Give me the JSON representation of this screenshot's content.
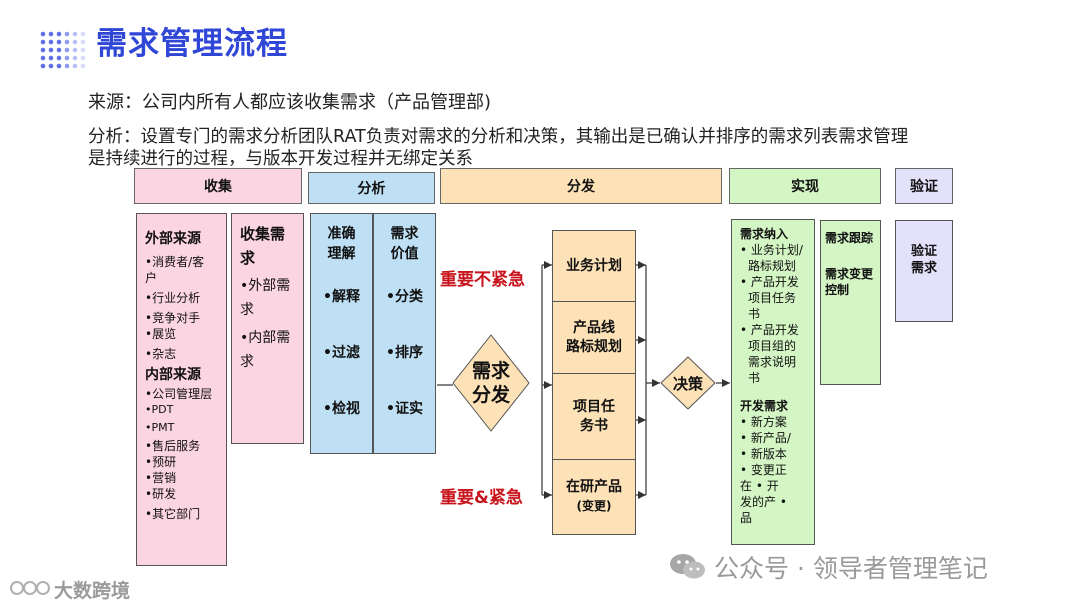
{
  "title": "需求管理流程",
  "source_text": "来源：公司内所有人都应该收集需求（产品管理部)",
  "analysis_text": [
    "分析：设置专门的需求分析团队RAT负责对需求的分析和决策，其输出是已确认并排序的需求列表需求管理",
    "是持续进行的过程，与版本开发过程并无绑定关系"
  ],
  "headers": {
    "collect": "收集",
    "analyze": "分析",
    "distribute": "分发",
    "implement": "实现",
    "verify": "验证"
  },
  "collect": {
    "external_title": "外部来源",
    "external_items": [
      "•消费者/客",
      "户",
      "•行业分析",
      "•竞争对手",
      "•展览",
      "•杂志"
    ],
    "internal_title": "内部来源",
    "internal_items": [
      "•公司管理层",
      "•PDT",
      "•PMT",
      "•售后服务",
      "•预研",
      "•营销",
      "•研发",
      "•其它部门"
    ],
    "gather_title": [
      "收集需",
      "求"
    ],
    "gather_items": [
      "•外部需",
      "求",
      "•内部需",
      "求"
    ]
  },
  "analyze": {
    "col1_title": [
      "准确",
      "理解"
    ],
    "col1_items": [
      "•解释",
      "•过滤",
      "•检视"
    ],
    "col2_title": [
      "需求",
      "价值"
    ],
    "col2_items": [
      "•分类",
      "•排序",
      "•证实"
    ]
  },
  "distribute": {
    "diamond": [
      "需求",
      "分发"
    ],
    "label_top": "重要不紧急",
    "label_bottom": "重要&紧急",
    "boxes": [
      {
        "lines": [
          "业务计划"
        ]
      },
      {
        "lines": [
          "产品线",
          "路标规划"
        ]
      },
      {
        "lines": [
          "项目任",
          "务书"
        ]
      },
      {
        "lines": [
          "在研产品",
          "(变更)"
        ]
      }
    ],
    "decision": "决策"
  },
  "implement": {
    "col1_title1": "需求纳入",
    "col1_items1": [
      "• 业务计划/",
      "路标规划",
      "• 产品开发",
      "项目任务",
      "书",
      "• 产品开发",
      "项目组的",
      "需求说明",
      "书"
    ],
    "col1_title2": "开发需求",
    "col1_items2": [
      "•     新方案",
      "•      新产品/",
      "•     新版本",
      "•     变更正",
      "在  •   开",
      "发的产  •",
      "品"
    ],
    "col2_title1": "需求跟踪",
    "col2_title2": [
      "需求变更",
      "控制"
    ]
  },
  "verify": {
    "lines": [
      "验证",
      "需求"
    ]
  },
  "watermarks": {
    "left": "大数跨境",
    "right": "公众号 · 领导者管理笔记"
  },
  "colors": {
    "title": "#2f46d6",
    "collect_bg": "#fbd5e2",
    "analyze_bg": "#bfe0f4",
    "distribute_bg": "#fde2b7",
    "implement_bg": "#d4f5c4",
    "verify_bg": "#e4e2fb",
    "urgent_red": "#c8141c"
  }
}
